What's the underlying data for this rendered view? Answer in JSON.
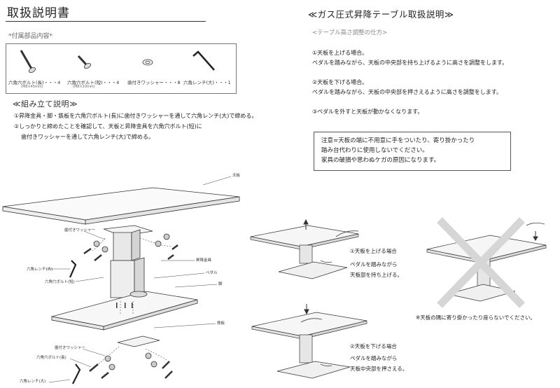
{
  "title": "取扱説明書",
  "parts": {
    "heading": "*付属部品内容*",
    "items": [
      {
        "label": "六角穴ボルト(長)・・・4",
        "sub": "(M8×45mm)"
      },
      {
        "label": "六角穴ボルト(短)・・・4",
        "sub": "(M8×20mm)"
      },
      {
        "label": "歯付きワッシャー・・・8",
        "sub": ""
      },
      {
        "label": "六角レンチ(大)・・・1",
        "sub": ""
      }
    ]
  },
  "assembly": {
    "heading": "≪組み立て説明≫",
    "steps": [
      "①昇降金具・脚・鉄板を六角穴ボルト(長)に歯付きワッシャーを通して六角レンチ(大)で締める。",
      "②しっかりと締めたことを確認して、天板と昇降金具を六角穴ボルト(短)に",
      "歯付きワッシャーを通して六角レンチ(大)で締める。"
    ],
    "labels": {
      "tabletop": "天板",
      "washer_top": "歯付きワッシャー",
      "wrench_top": "六角レンチ(大)",
      "bolt_short": "六角穴ボルト(短)",
      "lift": "昇降金具",
      "pedal": "ペダル",
      "leg": "脚",
      "plate": "鉄板",
      "washer_bottom": "歯付きワッシャー",
      "bolt_long": "六角穴ボルト(長)",
      "wrench_bottom": "六角レンチ(大)"
    }
  },
  "gas": {
    "title": "≪ガス圧式昇降テーブル取扱説明≫",
    "subtitle": "<テーブル高さ調整の仕方>",
    "items": [
      {
        "head": "①天板を上げる場合。",
        "body": "ペダルを踏みながら、天板の中央部を持ち上げるように高さを調整をします。"
      },
      {
        "head": "②天板を下げる場合。",
        "body": "ペダルを踏みながら、天板の中央部を押さえるように高さを調整をします。"
      },
      {
        "head": "③ペダルを外すと天板が動かなくなります。",
        "body": ""
      }
    ],
    "caution": [
      "注意=天板の端に不用意に手をついたり、寄り掛かったり",
      "踏み台代わりに使用しないでください。",
      "家具の破損や思わぬケガの原因になります。"
    ],
    "raise": {
      "title": "①天板を上げる場合",
      "line1": "ペダルを踏みながら",
      "line2": "天板部を持ち上げる。"
    },
    "lower": {
      "title": "②天板を下げる場合",
      "line1": "ペダルを踏みながら",
      "line2": "天板中央部を押さえる。"
    },
    "warning": "※天板の隅に寄り掛かったり座らないでください。"
  }
}
